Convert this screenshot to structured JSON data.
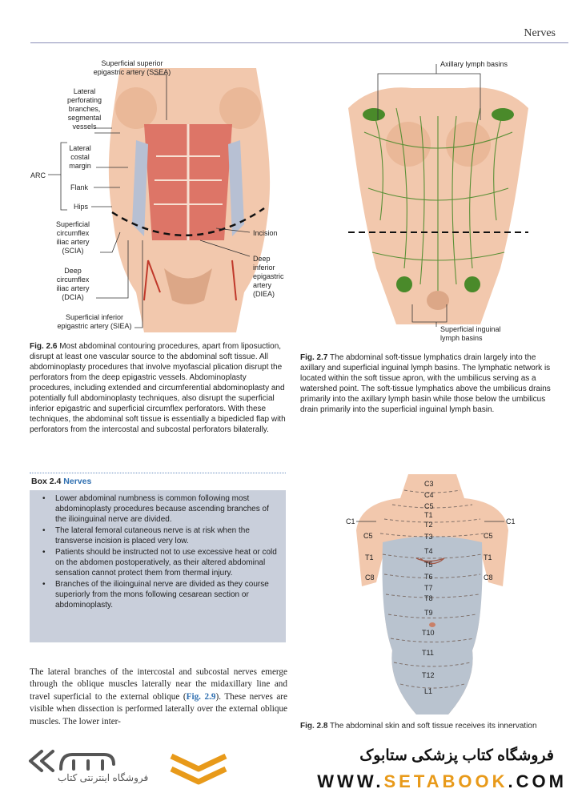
{
  "header": {
    "title": "Nerves"
  },
  "fig26": {
    "labels": {
      "ssea": "Superficial superior\nepigastric artery (SSEA)",
      "lateral_perf": "Lateral\nperforating\nbranches,\nsegmental\nvessels",
      "lateral_costal": "Lateral\ncostal\nmargin",
      "arc": "ARC",
      "flank": "Flank",
      "hips": "Hips",
      "scia": "Superficial\ncircumflex\niliac artery\n(SCIA)",
      "dcia": "Deep\ncircumflex\niliac artery\n(DCIA)",
      "siea": "Superficial inferior\nepigastric artery (SIEA)",
      "incision": "Incision",
      "diea": "Deep\ninferior\nepigastric\nartery\n(DIEA)"
    },
    "caption_label": "Fig. 2.6",
    "caption_text": " Most abdominal contouring procedures, apart from liposuction, disrupt at least one vascular source to the abdominal soft tissue. All abdominoplasty procedures that involve myofascial plication disrupt the perforators from the deep epigastric vessels. Abdominoplasty procedures, including extended and circumferential abdominoplasty and potentially full abdominoplasty techniques, also disrupt the superficial inferior epigastric and superficial circumflex perforators. With these techniques, the abdominal soft tissue is essentially a bipedicled flap with perforators from the intercostal and subcostal perforators bilaterally."
  },
  "fig27": {
    "labels": {
      "axillary": "Axillary lymph basins",
      "inguinal": "Superficial inguinal\nlymph basins"
    },
    "caption_label": "Fig. 2.7",
    "caption_text": " The abdominal soft-tissue lymphatics drain largely into the axillary and superficial inguinal lymph basins. The lymphatic network is located within the soft tissue apron, with the umbilicus serving as a watershed point. The soft-tissue lymphatics above the umbilicus drains primarily into the axillary lymph basin while those below the umbilicus drain primarily into the superficial inguinal lymph basin."
  },
  "fig28": {
    "dermatomes": [
      "C3",
      "C4",
      "C5",
      "T1",
      "T2",
      "T3",
      "T4",
      "T5",
      "T6",
      "T7",
      "T8",
      "T9",
      "T10",
      "T11",
      "T12",
      "L1"
    ],
    "side_labels": {
      "c1_left": "C1",
      "c1_right": "C1",
      "c5_left": "C5",
      "c5_right": "C5",
      "t1_left": "T1",
      "t1_right": "T1",
      "c8_left": "C8",
      "c8_right": "C8"
    },
    "caption_label": "Fig. 2.8",
    "caption_text": " The abdominal skin and soft tissue receives its innervation"
  },
  "box": {
    "label": "Box 2.4",
    "title": "Nerves",
    "items": [
      "Lower abdominal numbness is common following most abdominoplasty procedures because ascending branches of the ilioinguinal nerve are divided.",
      "The lateral femoral cutaneous nerve is at risk when the transverse incision is placed very low.",
      "Patients should be instructed not to use excessive heat or cold on the abdomen postoperatively, as their altered abdominal sensation cannot protect them from thermal injury.",
      "Branches of the ilioinguinal nerve are divided as they course superiorly from the mons following cesarean section or abdominoplasty."
    ]
  },
  "body": {
    "p1_before": "The lateral branches of the intercostal and subcostal nerves emerge through the oblique muscles laterally near the midaxillary line and travel superficial to the external oblique (",
    "p1_link": "Fig. 2.9",
    "p1_after": "). These nerves are visible when dissection is performed laterally over the external oblique muscles. The lower inter-"
  },
  "footer": {
    "shop": "فروشگاه کتاب پزشکی ستابوک",
    "url_a": "WWW.",
    "url_b": "SETABOOK",
    "url_c": ".COM",
    "logo_sub": "فروشگاه اینترنتی کتاب"
  },
  "colors": {
    "skin": "#f2c8ad",
    "muscle": "#d9665a",
    "lymph": "#4a8a2a",
    "dermatome": "#b9c3cf",
    "link": "#2f6fb0",
    "orange": "#e89a1a"
  }
}
